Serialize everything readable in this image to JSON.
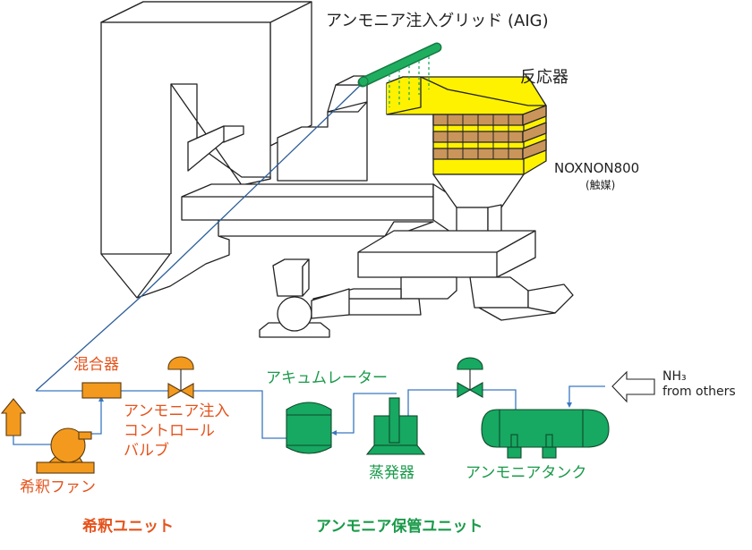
{
  "labels": {
    "aig": "アンモニア注入グリッド (AIG)",
    "reactor": "反応器",
    "catalyst_name": "NOXNON800",
    "catalyst_sub": "(触媒)",
    "mixer": "混合器",
    "control_valve": [
      "アンモニア注入",
      "コントロール",
      "バルブ"
    ],
    "dilution_fan": "希釈ファン",
    "accumulator": "アキュムレーター",
    "evaporator": "蒸発器",
    "ammonia_tank": "アンモニアタンク",
    "nh3": "NH₃",
    "from_others": "from others",
    "dilution_unit": "希釈ユニット",
    "storage_unit": "アンモニア保管ユニット"
  },
  "colors": {
    "line": "#222222",
    "pipe": "#3a78c0",
    "orange_equipment": "#f39a1e",
    "orange_text": "#e5531c",
    "green_equipment": "#17a862",
    "green_text": "#1a9a4a",
    "reactor_yellow": "#fff200",
    "catalyst_brown": "#c9955a"
  }
}
